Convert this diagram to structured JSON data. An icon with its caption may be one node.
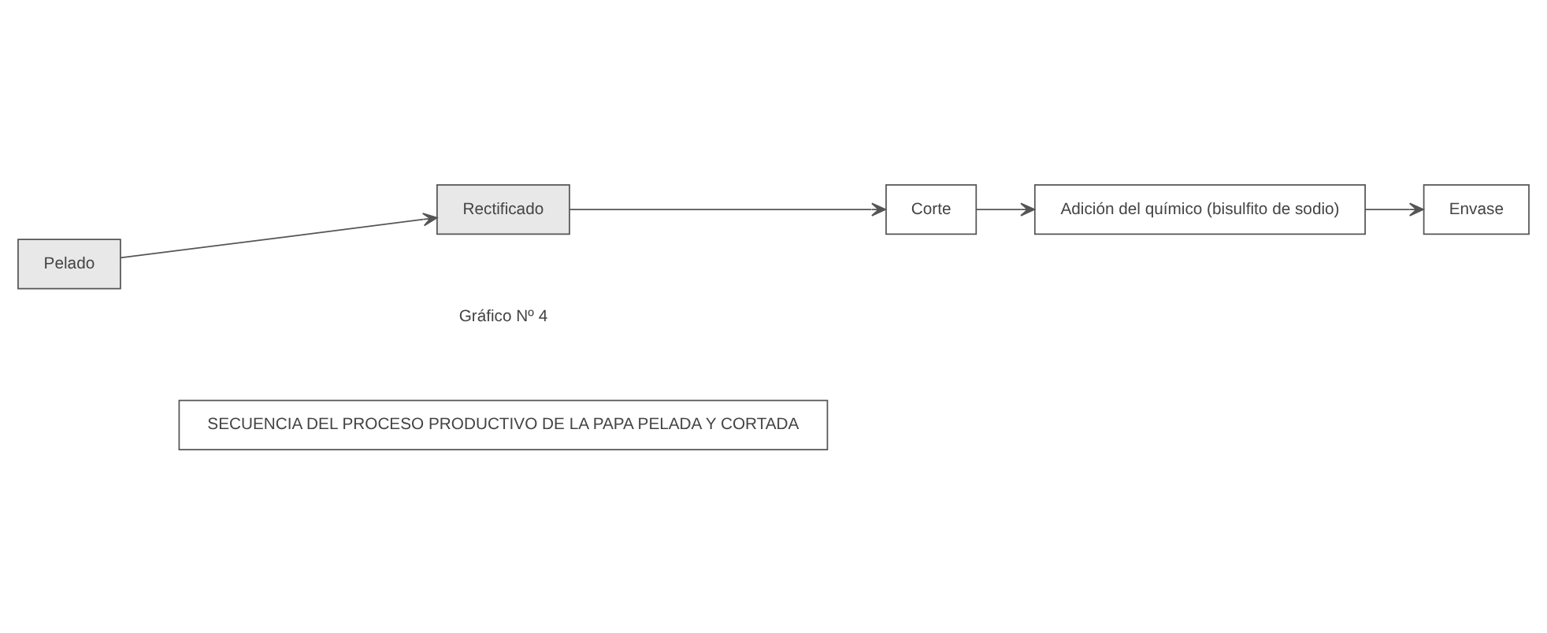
{
  "diagram": {
    "nodes": [
      {
        "text": [
          "Pelado"
        ]
      },
      {
        "text": [
          "Rectificado"
        ]
      },
      {
        "text": [
          "Corte"
        ]
      },
      {
        "text": [
          "Adición del químico (bisulfito de sodio)"
        ]
      },
      {
        "text": [
          "Envase"
        ]
      },
      {
        "text": [
          "SECUENCIA DEL PROCESO PRODUCTIVO DE LA PAPA PELADA Y CORTADA"
        ]
      }
    ],
    "edges": [
      {
        "from": 0,
        "to": 1,
        "arrow": "to"
      },
      {
        "from": 1,
        "to": 2,
        "arrow": "to"
      },
      {
        "from": 2,
        "to": 3,
        "arrow": "to"
      },
      {
        "from": 3,
        "to": 4,
        "arrow": "to"
      }
    ],
    "labels": [
      "Gráfico Nº 4"
    ]
  }
}
